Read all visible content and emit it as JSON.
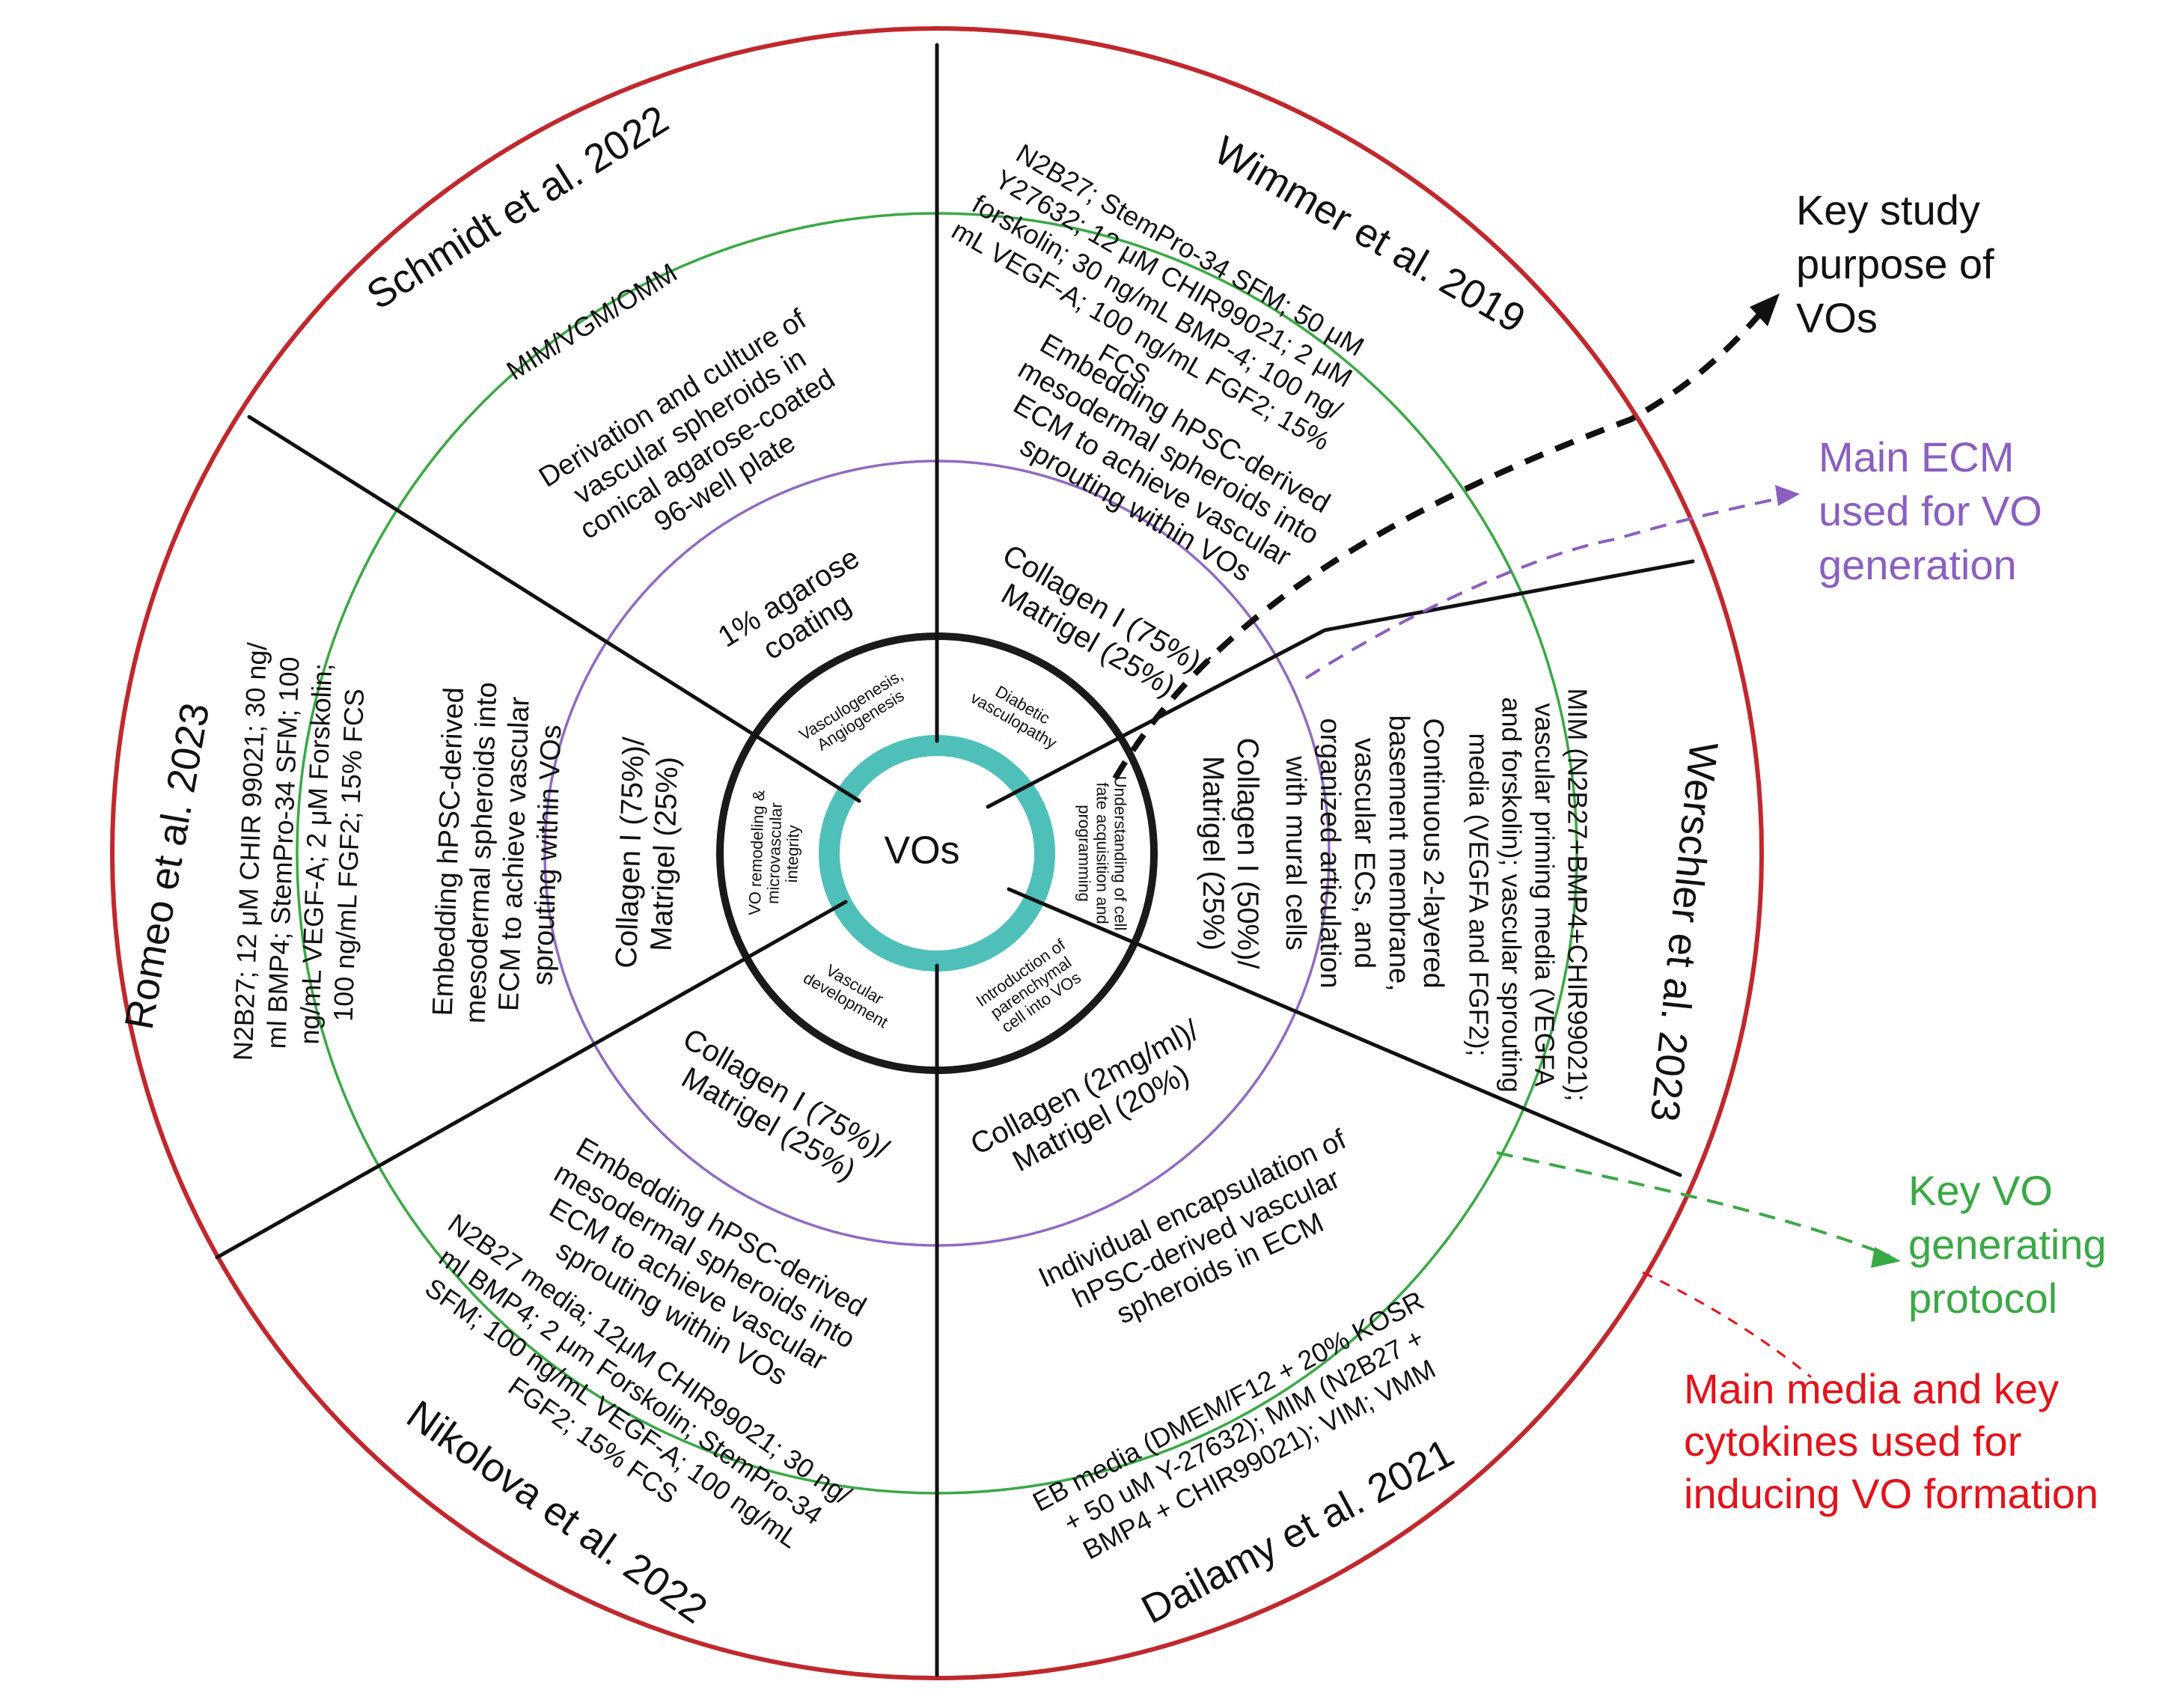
{
  "center_label": "VOs",
  "colors": {
    "media_ring": "#c0282d",
    "protocol_ring": "#3aa845",
    "ecm_ring": "#8f6ac2",
    "purpose_ring": "#1a1a1a",
    "center_ring": "#4fbfb9",
    "key_purpose": "#111111",
    "key_ecm": "#8a5fc0",
    "key_protocol": "#3aa845",
    "key_media": "#e2121b"
  },
  "legend": {
    "purpose": [
      "Key study",
      "purpose of",
      "VOs"
    ],
    "ecm": [
      "Main ECM",
      "used for VO",
      "generation"
    ],
    "protocol": [
      "Key VO",
      "generating",
      "protocol"
    ],
    "media": [
      "Main media and key",
      "cytokines used for",
      "inducing VO formation"
    ]
  },
  "sectors": [
    {
      "id": "wimmer",
      "author": "Wimmer et al. 2019",
      "media": [
        "N2B27; StemPro-34 SFM; 50 μM",
        "Y27632; 12 μM CHIR99021; 2 μM",
        "forskolin; 30 ng/mL BMP-4; 100 ng/",
        "mL VEGF-A; 100 ng/mL FGF2; 15%",
        "FCS"
      ],
      "protocol": [
        "Embedding hPSC-derived",
        "mesodermal spheroids into",
        "ECM to achieve vascular",
        "sprouting within VOs"
      ],
      "ecm": [
        "Collagen I (75%)/",
        "Matrigel (25%)"
      ],
      "purpose": [
        "Diabetic",
        "vasculopathy"
      ]
    },
    {
      "id": "werschler",
      "author": "Werschler et al. 2023",
      "media": [
        "MIM (N2B27+BMP4+CHIR99021);",
        "vascular priming media (VEGFA",
        "and forskolin); vascular sprouting",
        "media (VEGFA and FGF2);"
      ],
      "protocol": [
        "Continuous 2-layered",
        "basement membrane,",
        "vascular ECs, and",
        "organized articulation",
        "with mural cells"
      ],
      "ecm": [
        "Collagen I (50%)/",
        "Matrigel (25%)"
      ],
      "purpose": [
        "Understanding of cell",
        "fate acquisition and",
        "programming"
      ]
    },
    {
      "id": "dailamy",
      "author": "Dailamy et al. 2021",
      "media": [
        "EB media (DMEM/F12 + 20% KOSR",
        "+ 50 uM Y-27632); MIM (N2B27 +",
        "BMP4 + CHIR99021); VIM; VMM"
      ],
      "protocol": [
        "Individual encapsulation of",
        "hPSC-derived vascular",
        "spheroids in ECM"
      ],
      "ecm": [
        "Collagen (2mg/ml)/",
        "Matrigel (20%)"
      ],
      "purpose": [
        "Introduction of",
        "parenchymal",
        "cell into VOs"
      ]
    },
    {
      "id": "nikolova",
      "author": "Nikolova et al. 2022",
      "media": [
        "N2B27 media; 12μM CHIR99021; 30 ng/",
        "ml BMP4; 2 μm Forskolin; StemPro-34",
        "SFM; 100 ng/mL VEGF-A; 100 ng/mL",
        "FGF2; 15% FCS"
      ],
      "protocol": [
        "Embedding hPSC-derived",
        "mesodermal spheroids into",
        "ECM to achieve vascular",
        "sprouting within VOs"
      ],
      "ecm": [
        "Collagen I (75%)/",
        "Matrigel (25%)"
      ],
      "purpose": [
        "Vascular",
        "development"
      ]
    },
    {
      "id": "romeo",
      "author": "Romeo et al. 2023",
      "media": [
        "N2B27; 12 μM CHIR 99021; 30 ng/",
        "ml BMP4; StemPro-34 SFM; 100",
        "ng/mL VEGF-A; 2 μM Forskolin;",
        "100 ng/mL FGF2; 15% FCS"
      ],
      "protocol": [
        "Embedding hPSC-derived",
        "mesodermal spheroids into",
        "ECM to achieve vascular",
        "sprouting within VOs"
      ],
      "ecm": [
        "Collagen I (75%)/",
        "Matrigel (25%)"
      ],
      "purpose": [
        "VO remodeling &",
        "microvascular",
        "integrity"
      ]
    },
    {
      "id": "schmidt",
      "author": "Schmidt et al. 2022",
      "media": [
        "MIM/VGM/OMM"
      ],
      "protocol": [
        "Derivation and culture of",
        "vascular spheroids in",
        "conical agarose-coated",
        "96-well plate"
      ],
      "ecm": [
        "1% agarose",
        "coating"
      ],
      "purpose": [
        "Vasculogenesis,",
        "Angiogenesis"
      ]
    }
  ]
}
